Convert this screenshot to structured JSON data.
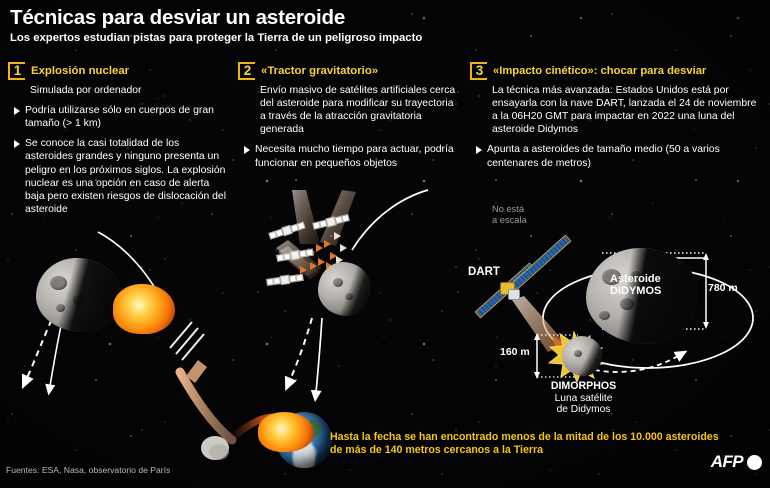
{
  "header": {
    "title": "Técnicas para desviar un asteroide",
    "subtitle": "Los expertos estudian pistas para proteger la Tierra de un peligroso impacto"
  },
  "columns": [
    {
      "number": "1",
      "title": "Explosión nuclear",
      "caption": "Simulada por ordenador",
      "bullets": [
        "Podría utilizarse sólo en cuerpos de gran tamaño (> 1 km)",
        "Se conoce la casi totalidad de los asteroides grandes y ninguno presenta un peligro en los próximos siglos. La explosión nuclear es una opción en caso de alerta baja pero existen riesgos de dislocación del asteroide"
      ]
    },
    {
      "number": "2",
      "title": "«Tractor gravitatorio»",
      "caption": "Envío masivo de satélites artificiales cerca del asteroide para modificar su trayectoria a través de la atracción gravitatoria generada",
      "bullets": [
        "Necesita mucho tiempo para actuar, podría funcionar en pequeños objetos"
      ]
    },
    {
      "number": "3",
      "title": "«Impacto cinético»: chocar para desviar",
      "caption": "La técnica más avanzada: Estados Unidos está por ensayarla con la nave DART, lanzada el 24 de noviembre a la 06H20 GMT para impactar en 2022 una luna del asteroide Didymos",
      "bullets": [
        "Apunta a asteroides de tamaño medio (50 a varios centenares de metros)"
      ]
    }
  ],
  "diagram": {
    "no_scale": "No está\na escala",
    "dart_label": "DART",
    "didymos_label": "Asteroide\nDIDYMOS",
    "didymos_size": "780 m",
    "dimorphos_size": "160 m",
    "dimorphos_label": "DIMORPHOS",
    "dimorphos_sub": "Luna satélite\nde Didymos"
  },
  "footer": {
    "highlight": "Hasta la fecha se han encontrado menos de la mitad de los 10.000 asteroides de más de 140 metros cercanos a la Tierra",
    "sources": "Fuentes: ESA, Nasa, observatorio de París",
    "agency": "AFP"
  },
  "colors": {
    "background": "#050507",
    "accent_yellow": "#f5d33a",
    "highlight_yellow": "#f5c518",
    "text_white": "#ffffff"
  }
}
